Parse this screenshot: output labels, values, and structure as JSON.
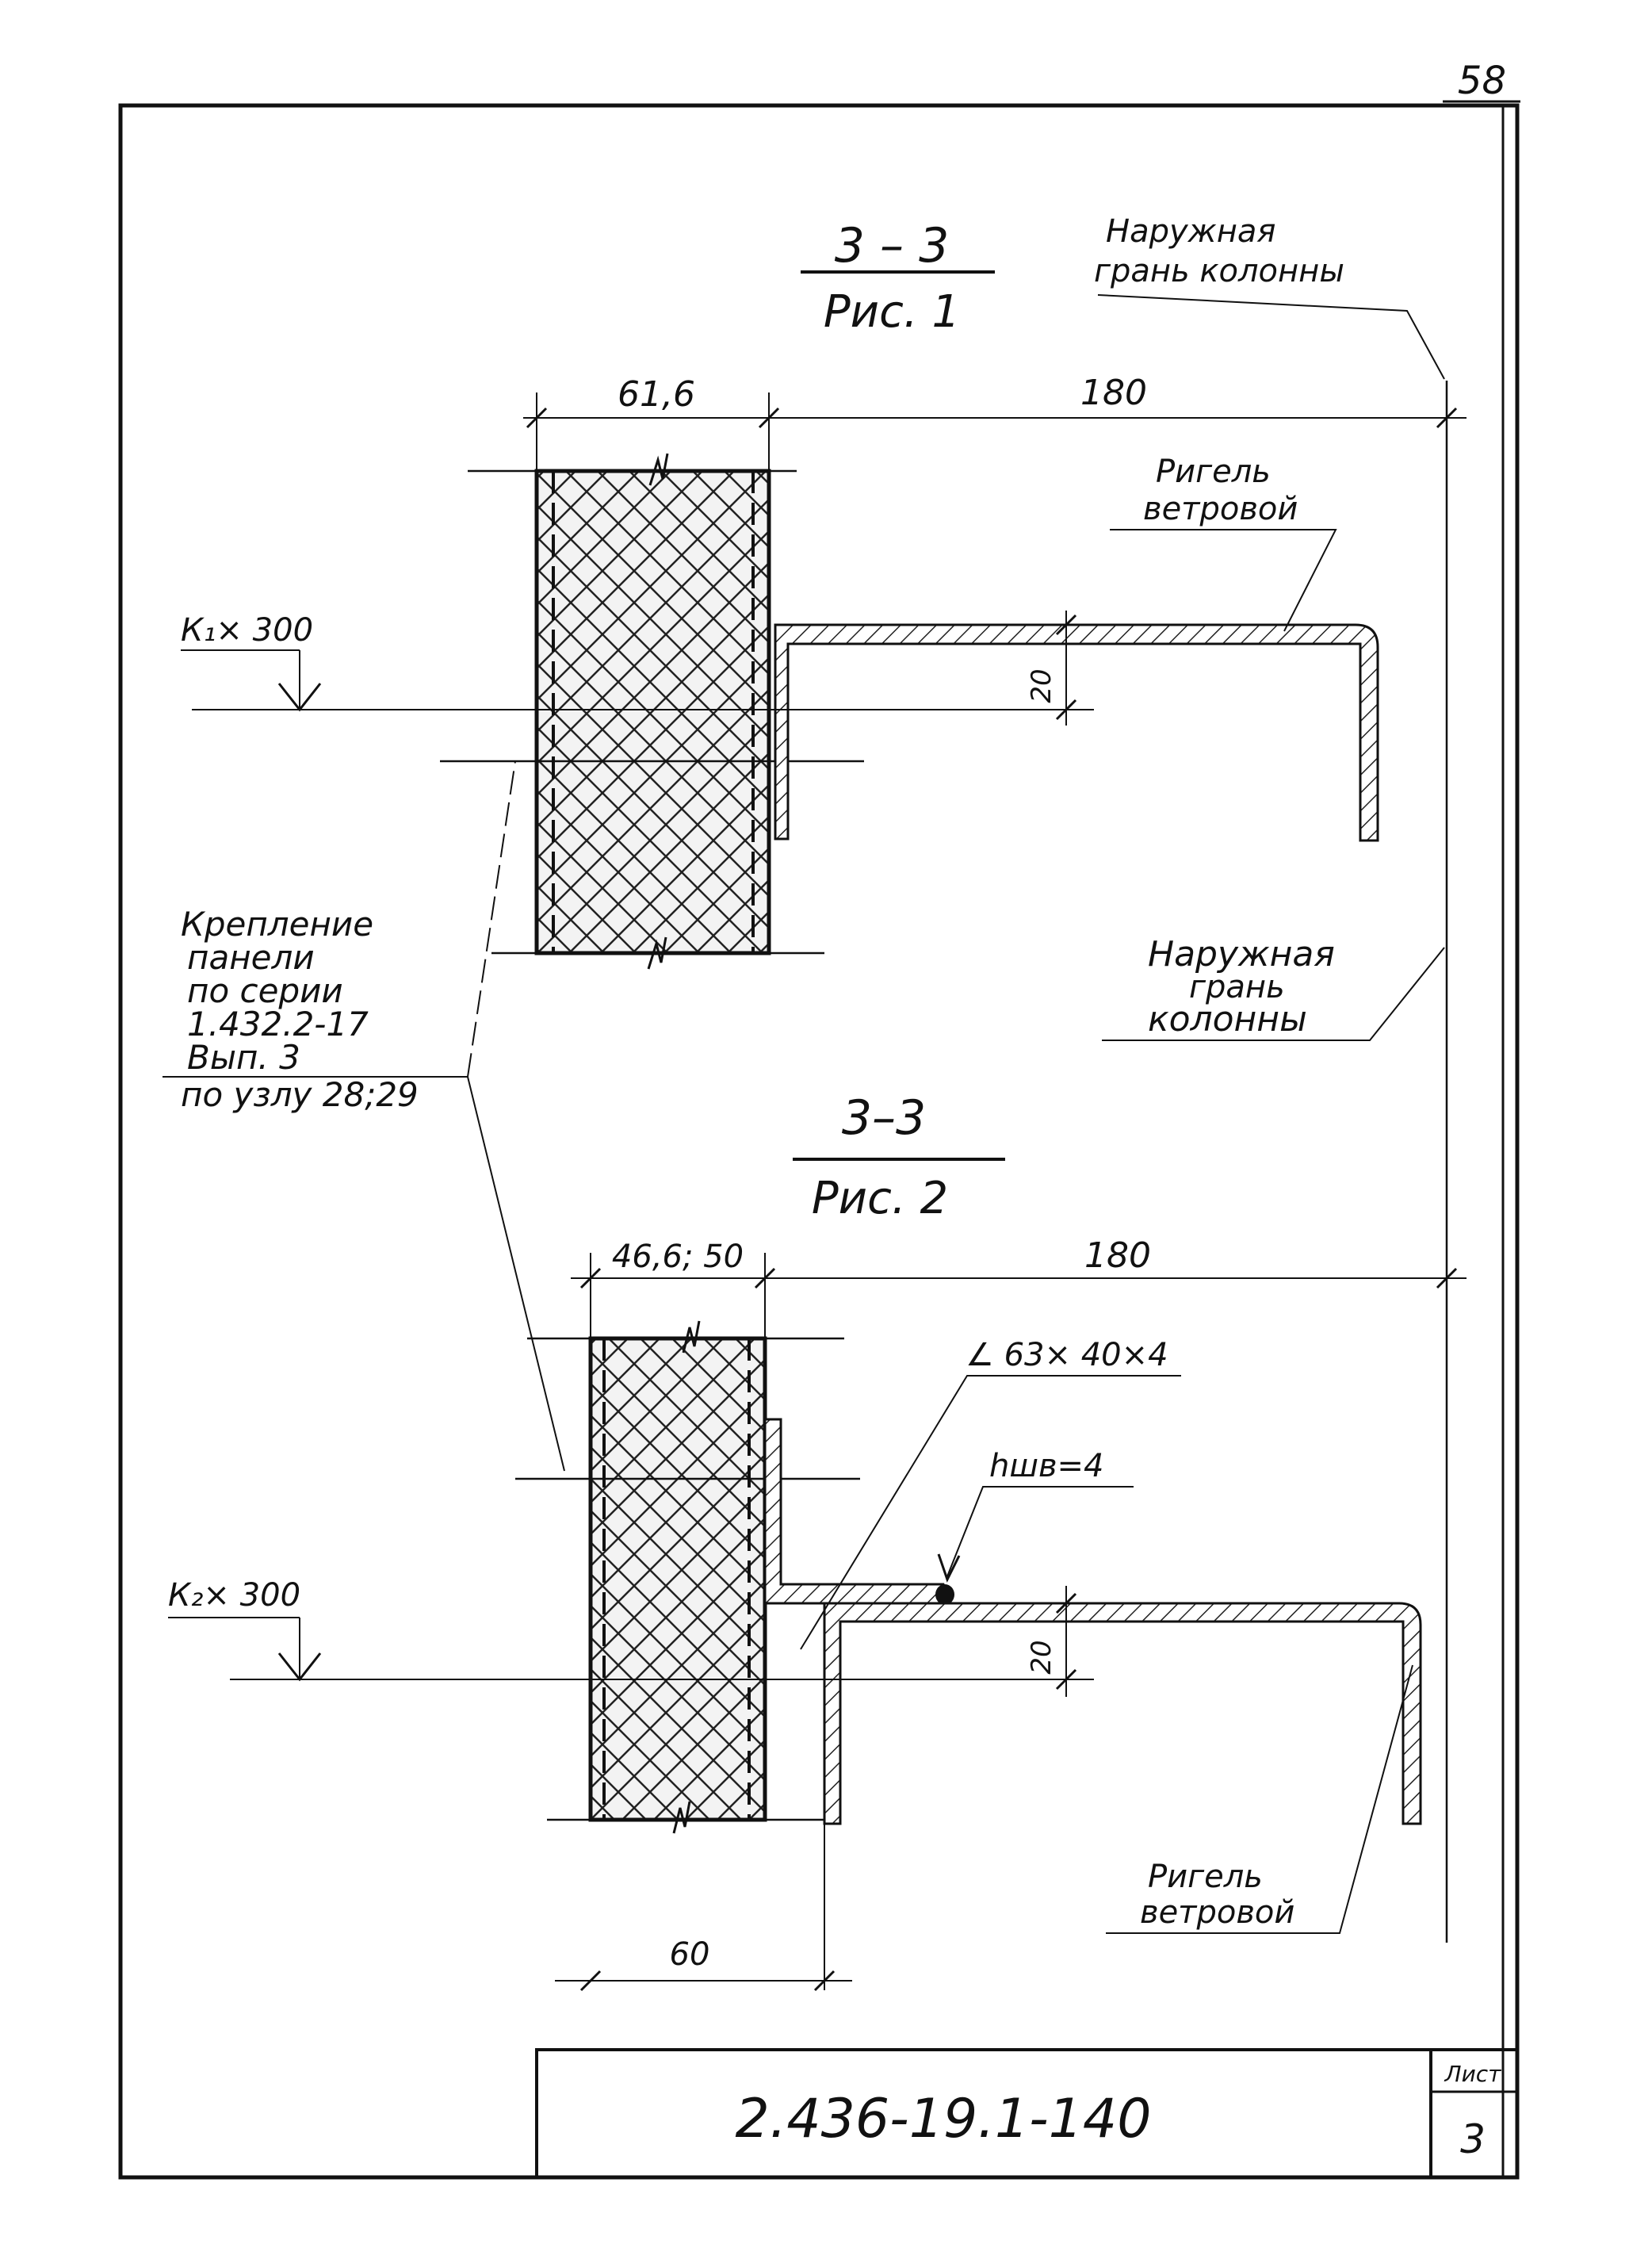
{
  "sheet_number": "58",
  "title_block": {
    "document_code": "2.436-19.1-140",
    "sheet_label": "Лист",
    "sheet_value": "3"
  },
  "figure1": {
    "section_mark": "3 – 3",
    "caption": "Рис. 1",
    "dim_panel": "61,6",
    "dim_offset": "180",
    "dim_height": "20",
    "level_mark": "К₁× 300",
    "label_outer_face_top": [
      "Наружная",
      "грань колонны"
    ],
    "label_rigel": [
      "Ригель",
      "ветровой"
    ],
    "label_outer_face_bottom": [
      "Наружная",
      "грань",
      "колонны"
    ]
  },
  "panel_fastening_note": [
    "Крепление",
    "панели",
    "по серии",
    "1.432.2-17",
    "Вып. 3",
    "по узлу 28;29"
  ],
  "figure2": {
    "section_mark": "3–3",
    "caption": "Рис. 2",
    "dim_panel": "46,6; 50",
    "dim_offset": "180",
    "dim_height": "20",
    "dim_bottom": "60",
    "level_mark": "К₂× 300",
    "angle_profile": "∠ 63× 40×4",
    "weld": "hшв=4",
    "label_rigel": [
      "Ригель",
      "ветровой"
    ]
  },
  "colors": {
    "ink": "#111111",
    "paper": "#ffffff",
    "insulation_fill": "#f3f3f3"
  }
}
